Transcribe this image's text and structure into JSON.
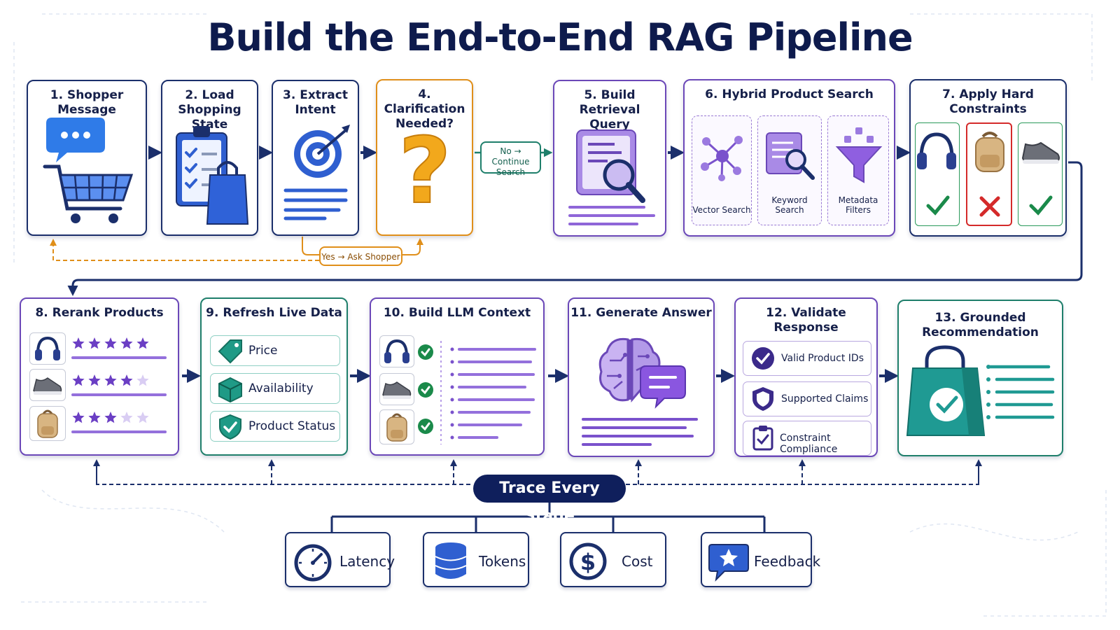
{
  "title": "Build the End-to-End RAG Pipeline",
  "steps": {
    "s1": "1. Shopper Message",
    "s2": "2. Load\nShopping State",
    "s3": "3. Extract\nIntent",
    "s4": "4. Clarification\nNeeded?",
    "s5": "5. Build Retrieval\nQuery",
    "s6": "6. Hybrid Product Search",
    "s7": "7. Apply Hard\nConstraints",
    "s8": "8. Rerank Products",
    "s9": "9. Refresh Live Data",
    "s10": "10. Build LLM Context",
    "s11": "11. Generate Answer",
    "s12": "12. Validate Response",
    "s13": "13. Grounded\nRecommendation"
  },
  "branches": {
    "no": "No →\nContinue Search",
    "yes": "Yes → Ask Shopper"
  },
  "search_types": [
    "Vector Search",
    "Keyword Search",
    "Metadata Filters"
  ],
  "live_data": [
    "Price",
    "Availability",
    "Product Status"
  ],
  "validations": [
    "Valid Product IDs",
    "Supported Claims",
    "Constraint Compliance"
  ],
  "rerank_stars": [
    5,
    4,
    3
  ],
  "trace": {
    "label": "Trace Every Stage",
    "metrics": [
      "Latency",
      "Tokens",
      "Cost",
      "Feedback"
    ]
  },
  "colors": {
    "navy": "#1b2f6b",
    "orange": "#e08f1a",
    "teal": "#1f7f6b",
    "purple": "#6b48b8",
    "check_green": "#1a8a4a",
    "cross_red": "#d42a2a"
  }
}
